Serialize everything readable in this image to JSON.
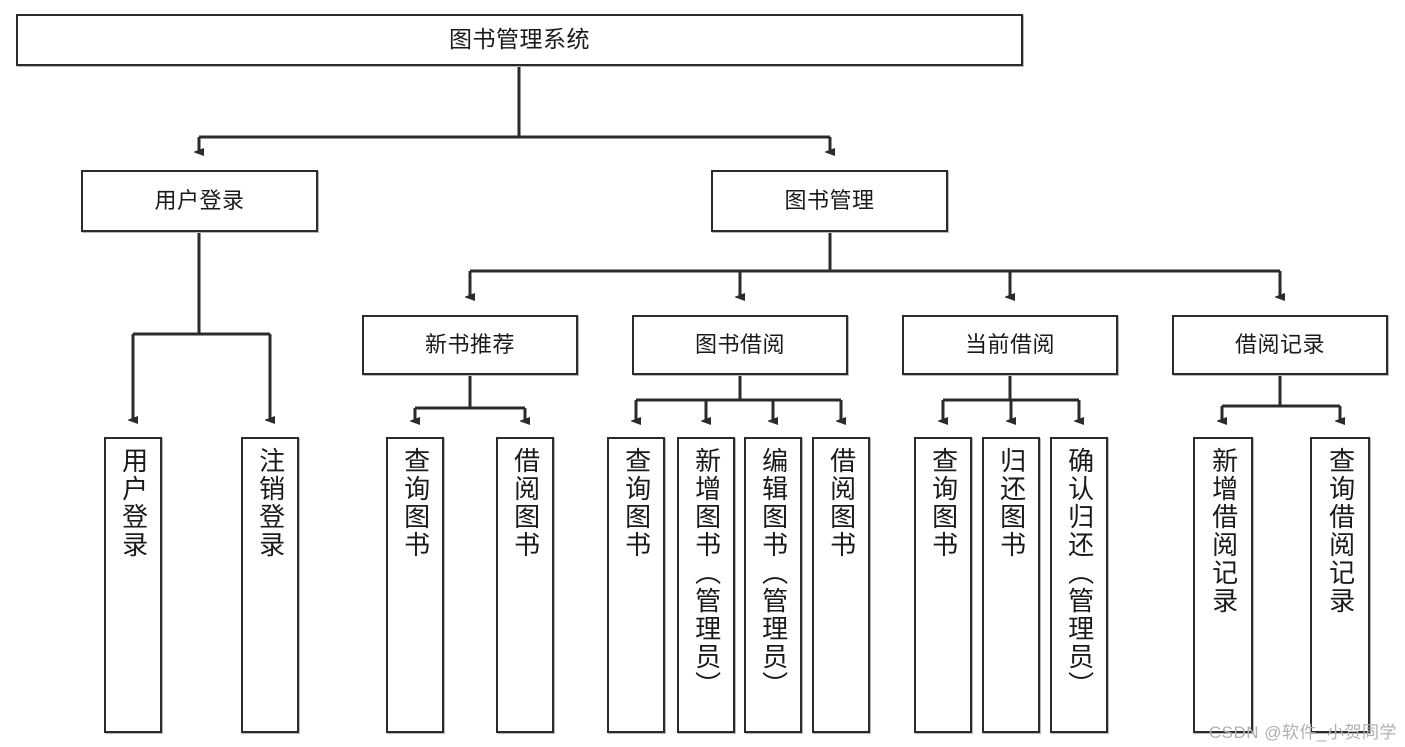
{
  "diagram": {
    "title": "图书管理系统",
    "type": "tree",
    "watermark": "CSDN @软件_小贺同学",
    "colors": {
      "node_border": "#2b2b2b",
      "node_fill": "#ffffff",
      "edge": "#2b2b2b",
      "text": "#1a1a1a",
      "watermark": "#b0b0b0"
    },
    "levels": {
      "root": {
        "label": "图书管理系统"
      },
      "level2": [
        {
          "id": "user-login",
          "label": "用户登录"
        },
        {
          "id": "book-manage",
          "label": "图书管理"
        }
      ],
      "level3": [
        {
          "id": "new-book-recommend",
          "label": "新书推荐",
          "parent": "book-manage"
        },
        {
          "id": "book-borrow",
          "label": "图书借阅",
          "parent": "book-manage"
        },
        {
          "id": "current-borrow",
          "label": "当前借阅",
          "parent": "book-manage"
        },
        {
          "id": "borrow-record",
          "label": "借阅记录",
          "parent": "book-manage"
        }
      ],
      "leaves": [
        {
          "id": "leaf-user-login",
          "label": "用户登录",
          "parent": "user-login"
        },
        {
          "id": "leaf-logout",
          "label": "注销登录",
          "parent": "user-login"
        },
        {
          "id": "leaf-query-book-1",
          "label": "查询图书",
          "parent": "new-book-recommend"
        },
        {
          "id": "leaf-borrow-book-1",
          "label": "借阅图书",
          "parent": "new-book-recommend"
        },
        {
          "id": "leaf-query-book-2",
          "label": "查询图书",
          "parent": "book-borrow"
        },
        {
          "id": "leaf-add-book",
          "label": "新增图书（管理员）",
          "parent": "book-borrow"
        },
        {
          "id": "leaf-edit-book",
          "label": "编辑图书（管理员）",
          "parent": "book-borrow"
        },
        {
          "id": "leaf-borrow-book-2",
          "label": "借阅图书",
          "parent": "book-borrow"
        },
        {
          "id": "leaf-query-book-3",
          "label": "查询图书",
          "parent": "current-borrow"
        },
        {
          "id": "leaf-return-book",
          "label": "归还图书",
          "parent": "current-borrow"
        },
        {
          "id": "leaf-confirm-return",
          "label": "确认归还（管理员）",
          "parent": "current-borrow"
        },
        {
          "id": "leaf-add-record",
          "label": "新增借阅记录",
          "parent": "borrow-record"
        },
        {
          "id": "leaf-query-record",
          "label": "查询借阅记录",
          "parent": "borrow-record"
        }
      ]
    }
  }
}
